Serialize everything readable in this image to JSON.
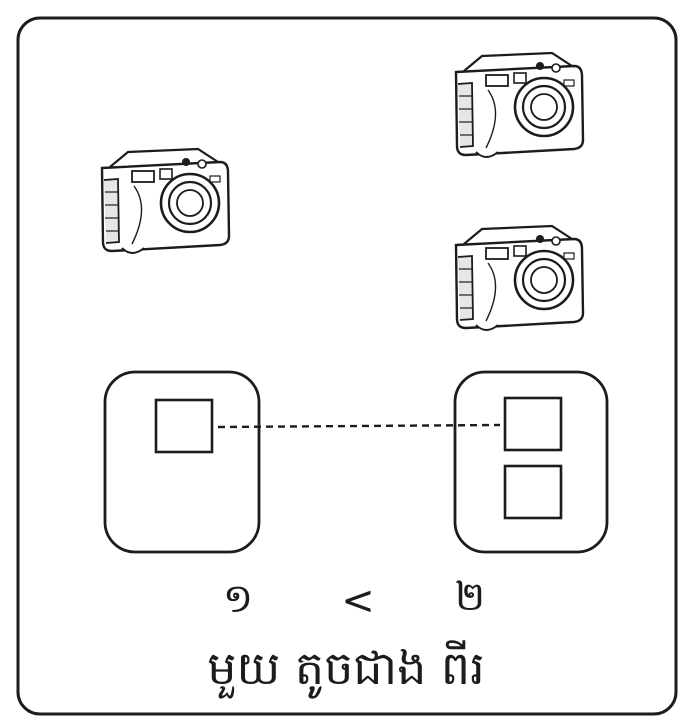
{
  "left_number": "១",
  "comparison_symbol": "<",
  "right_number": "២",
  "caption": "មួយ តូចជាង ពីរ",
  "left_group": {
    "camera_count": 1,
    "square_count": 1
  },
  "right_group": {
    "camera_count": 2,
    "square_count": 2
  },
  "colors": {
    "ink": "#1c1c1c",
    "paper": "#ffffff",
    "camera_shade": "#e6e6e6"
  },
  "icons": [
    "camera-icon",
    "square-icon"
  ]
}
